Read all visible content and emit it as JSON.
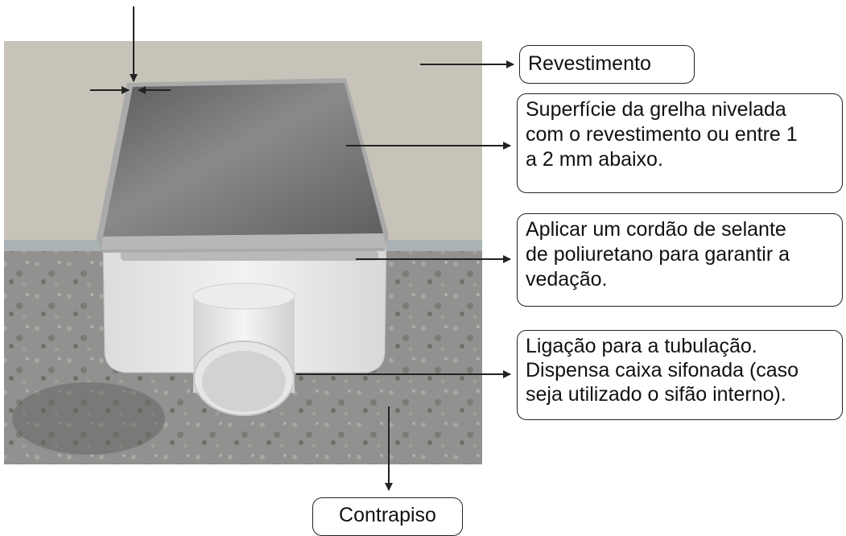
{
  "callouts": {
    "revestimento": "Revestimento",
    "superficie": "Superfície da grelha nivelada\ncom o revestimento ou entre 1\na 2 mm abaixo.",
    "selante": "Aplicar um cordão de selante\nde poliuretano para garantir a\nvedação.",
    "ligacao": "Ligação para a tubulação.\nDispensa caixa sifonada (caso\nseja utilizado o sifão interno).",
    "contrapiso": "Contrapiso"
  },
  "colors": {
    "wall": "#c7c3b9",
    "subfloor": "#8f8e89",
    "drain_body": "#e9e9e9",
    "grate": "#6e6e6e",
    "line": "#222222"
  }
}
